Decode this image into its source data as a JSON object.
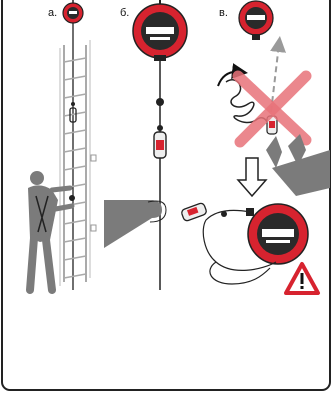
{
  "panels": {
    "a": {
      "label": "а."
    },
    "b": {
      "label": "б."
    },
    "c": {
      "label": "в."
    }
  },
  "colors": {
    "device_red": "#d7232f",
    "device_dark": "#2a2a2a",
    "warning_red": "#d7232f",
    "prohibited_x": "#e8737a",
    "arrow_gray": "#9a9a9a",
    "person_gray": "#7b7b7b",
    "ladder_gray": "#cfcfcf"
  },
  "icons": {
    "warning": "warning-triangle-icon",
    "down_arrow": "down-arrow-icon",
    "cross": "prohibited-cross-icon"
  }
}
